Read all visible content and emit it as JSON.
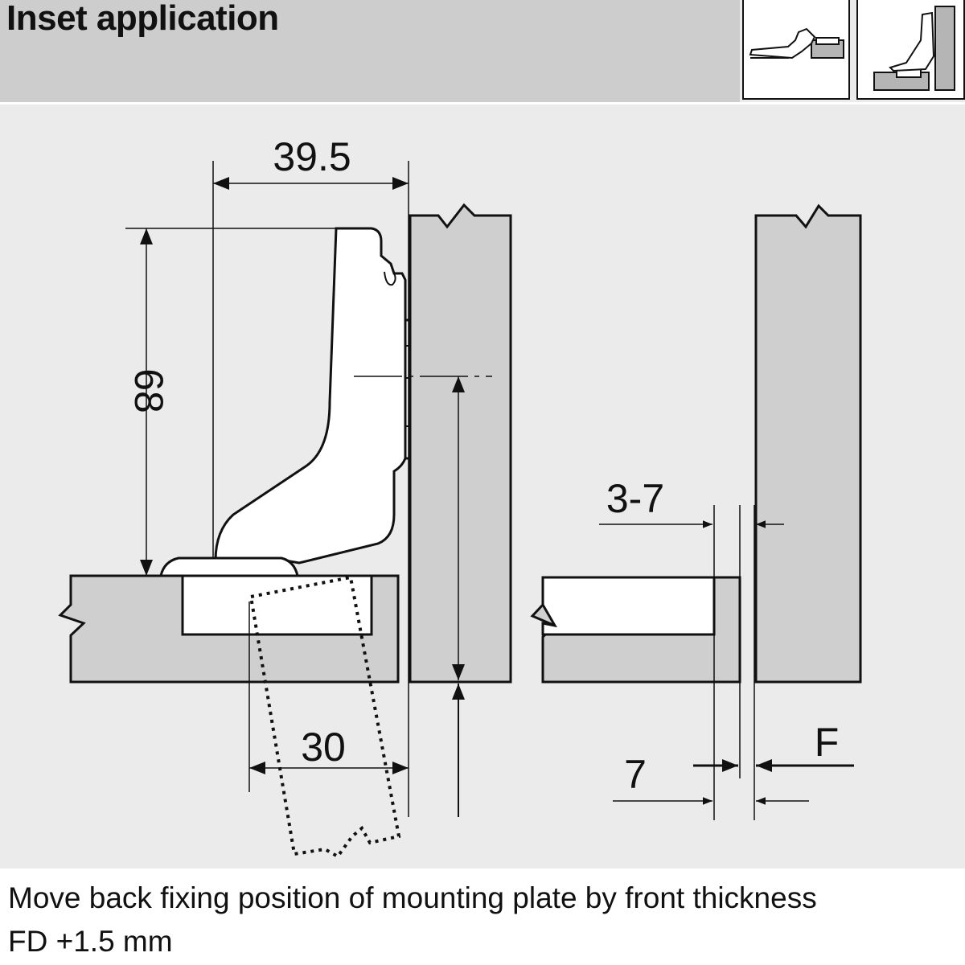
{
  "header": {
    "title": "Inset application"
  },
  "dimensions": {
    "width_top": "39.5",
    "height_left": "68",
    "drill_distance": "30",
    "gap_range": "3-7",
    "edge_distance": "7",
    "front_label": "F"
  },
  "footer": {
    "line1": "Move back fixing position of mounting plate by front thickness",
    "line2": "FD +1.5 mm"
  },
  "colors": {
    "panel_gray": "#cfcfcf",
    "header_gray": "#cdcdcd",
    "background": "#ebebeb",
    "line": "#111111"
  }
}
